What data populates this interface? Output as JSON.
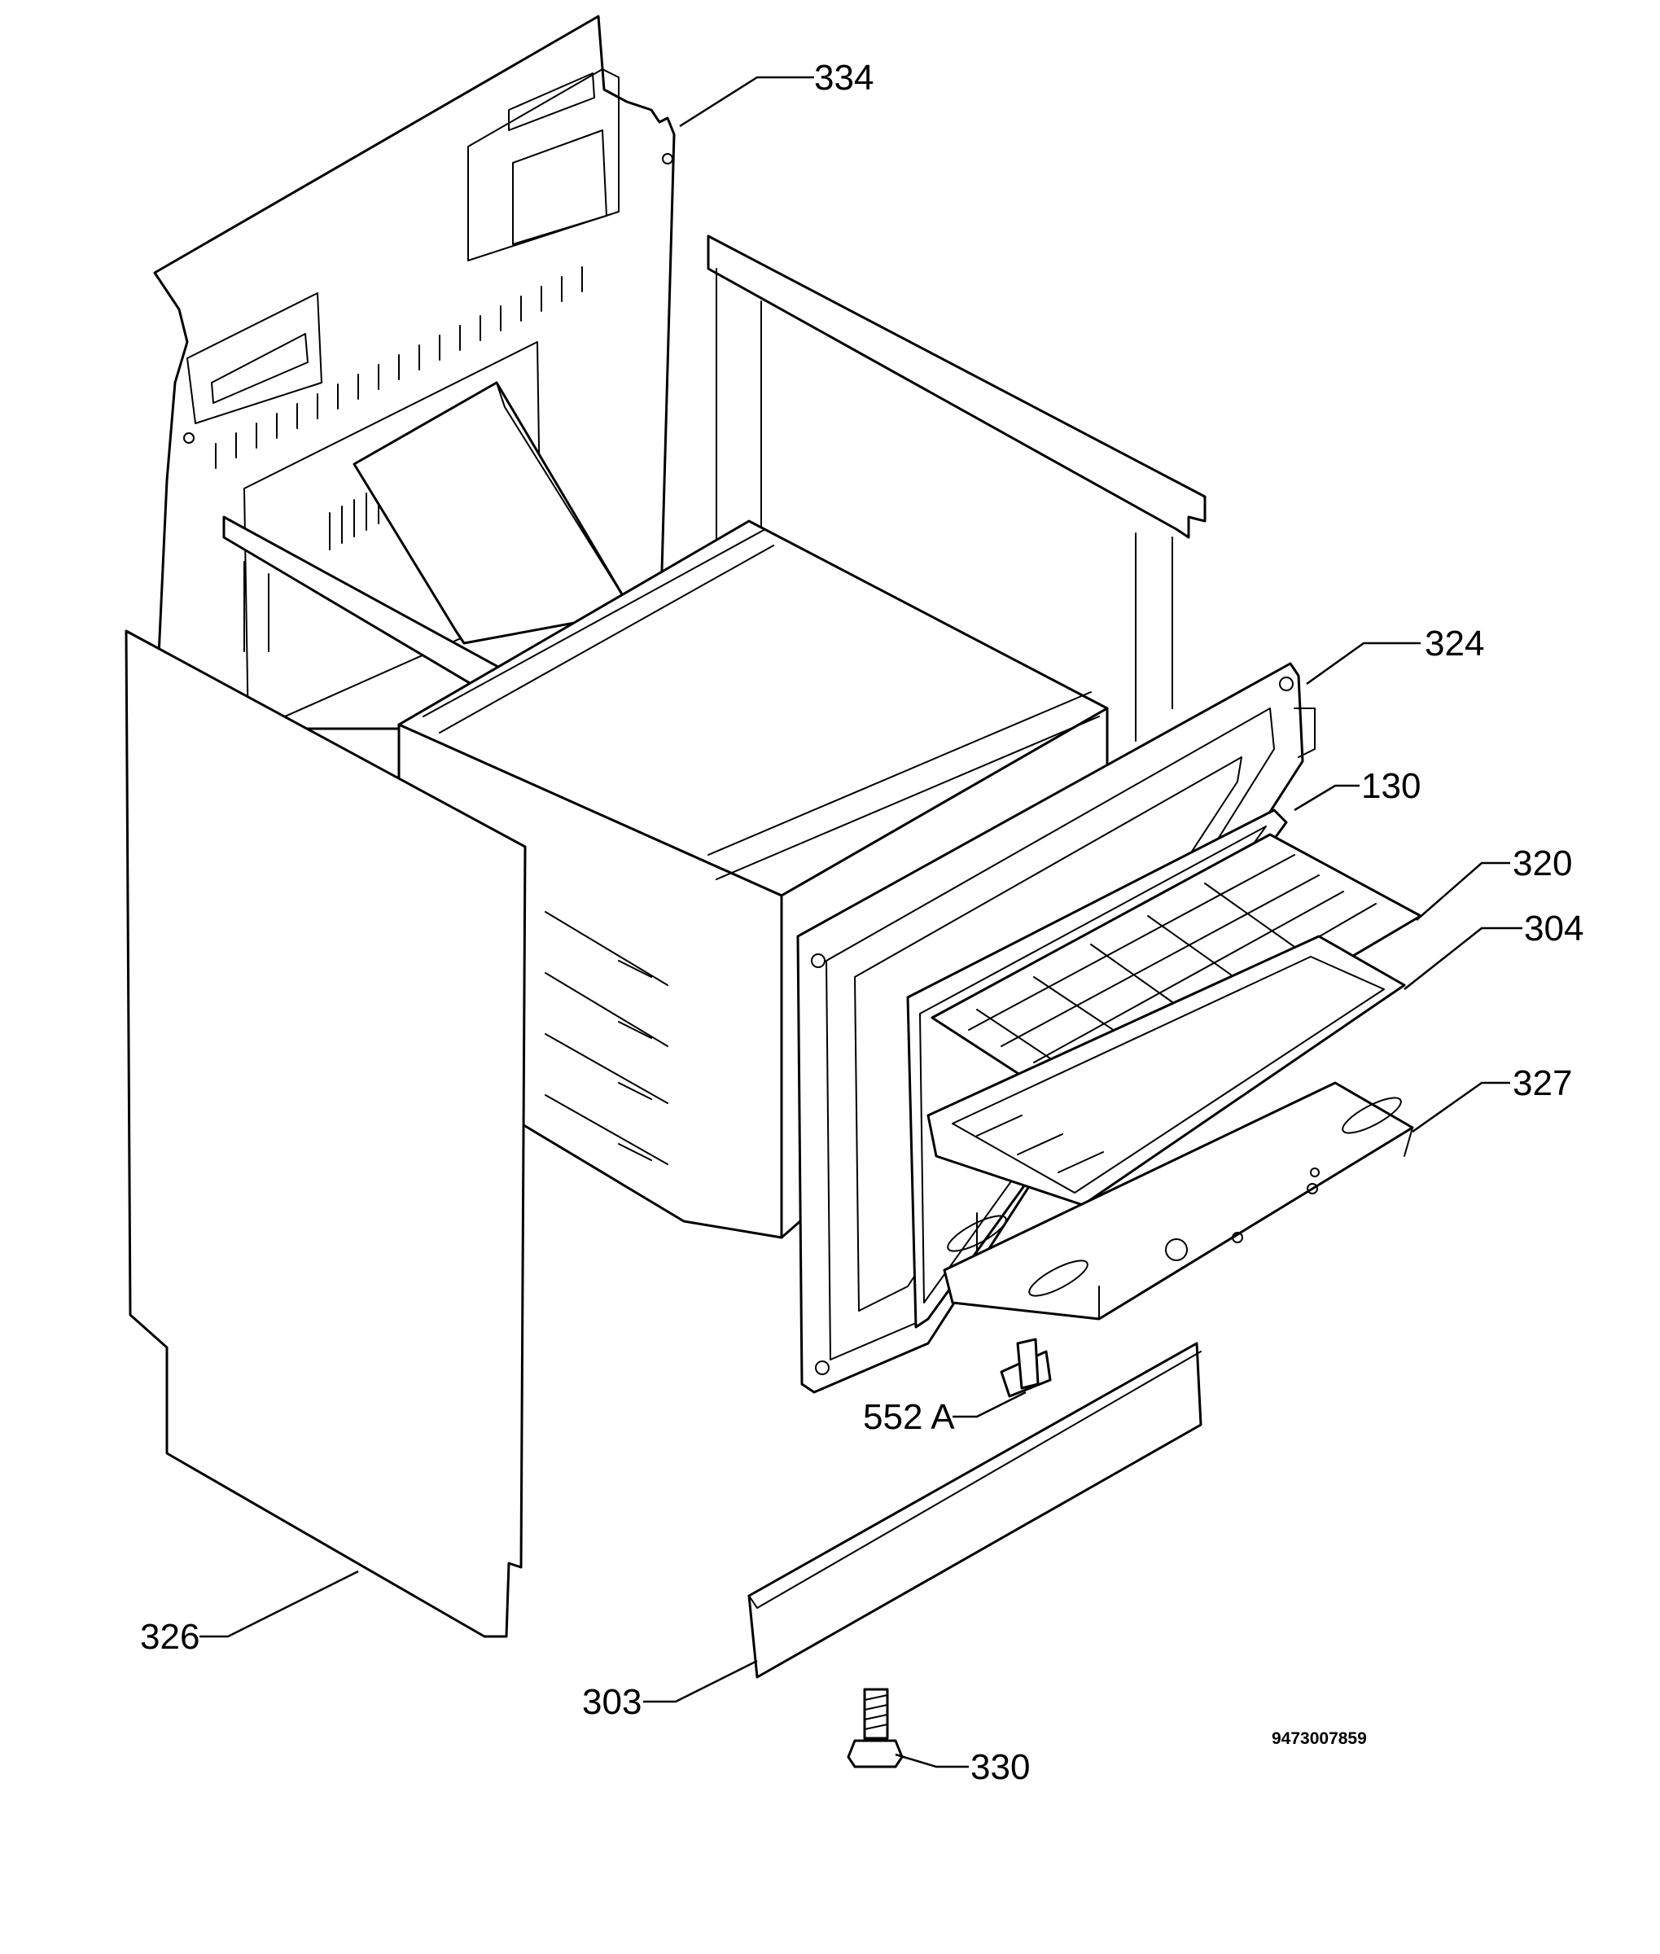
{
  "diagram": {
    "drawing_number": "9473007859",
    "callouts": [
      {
        "id": "rear-panel",
        "label": "334"
      },
      {
        "id": "front-frame",
        "label": "324"
      },
      {
        "id": "door-seal",
        "label": "130"
      },
      {
        "id": "oven-shelf",
        "label": "320"
      },
      {
        "id": "grill-grid",
        "label": "304"
      },
      {
        "id": "baking-tray",
        "label": "327"
      },
      {
        "id": "hinge-support",
        "label": "552 A"
      },
      {
        "id": "side-panel",
        "label": "326"
      },
      {
        "id": "kick-plate",
        "label": "303"
      },
      {
        "id": "adjustable-foot",
        "label": "330"
      }
    ]
  }
}
